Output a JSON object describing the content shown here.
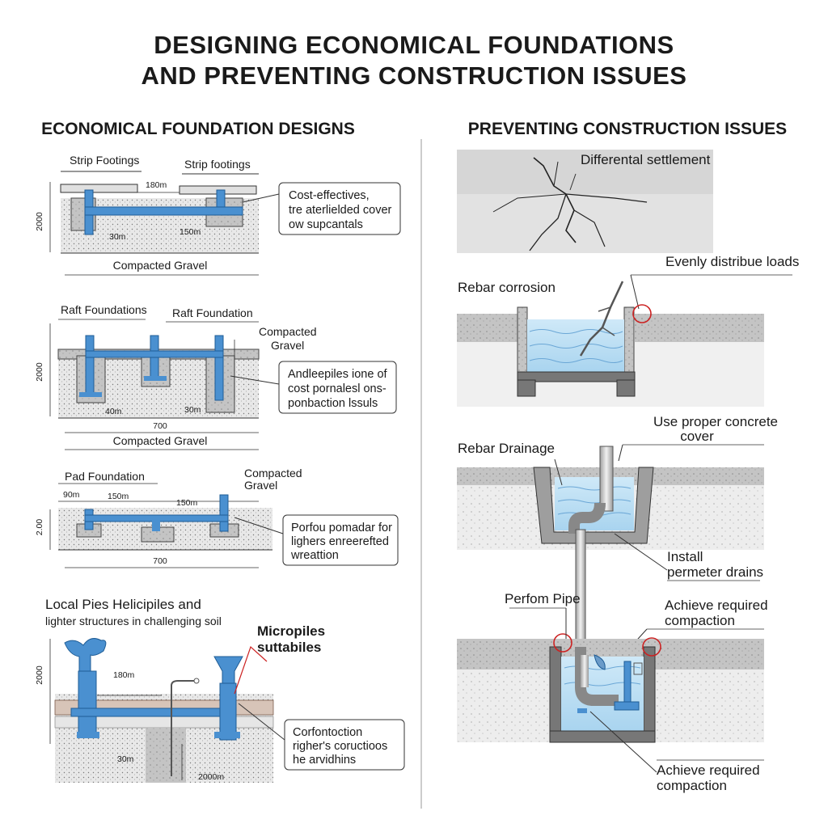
{
  "title": {
    "line1": "DESIGNING ECONOMICAL FOUNDATIONS",
    "line2": "AND PREVENTING CONSTRUCTION ISSUES"
  },
  "left": {
    "heading": "ECONOMICAL FOUNDATION DESIGNS",
    "strip": {
      "label_a": "Strip Footings",
      "label_b": "Strip footings",
      "dim_top": "180m",
      "dim_side": "2000",
      "dim_a": "30m",
      "dim_b": "150m",
      "base_label": "Compacted Gravel",
      "note": [
        "Cost-effectives,",
        "tre aterlielded cover",
        "ow supcantals"
      ]
    },
    "raft": {
      "label_a": "Raft Foundations",
      "label_b": "Raft Foundation",
      "gravel_label": [
        "Compacted",
        "Gravel"
      ],
      "dim_side": "2000",
      "dim_a": "40m",
      "dim_b": "30m",
      "dim_total": "700",
      "base_label": "Compacted Gravel",
      "note": [
        "Andleepiles ione of",
        "cost pornalesl ons-",
        "ponbaction lssuls"
      ]
    },
    "pad": {
      "label": "Pad Foundation",
      "gravel_label": [
        "Compacted",
        "Gravel"
      ],
      "dim_a": "90m",
      "dim_b": "150m",
      "dim_c": "150m",
      "dim_side": "2.00",
      "dim_total": "700",
      "note": [
        "Porfou pomadar for",
        "lighers enreerefted",
        "wreattion"
      ]
    },
    "pile": {
      "label_a": "Local Pies Helicipiles and",
      "label_b": "lighter structures in challenging soil",
      "micro_label": [
        "Micropiles",
        "suttabiles"
      ],
      "dim_side": "2000",
      "dim_a": "180m",
      "dim_b": "30m",
      "dim_c": "2000m",
      "note": [
        "Corfontoction",
        "righer's coructioos",
        "he arvidhins"
      ]
    }
  },
  "right": {
    "heading": "PREVENTING CONSTRUCTION ISSUES",
    "settlement_label": "Differental settlement",
    "corrosion": {
      "label": "Rebar corrosion",
      "note": "Evenly distribue loads"
    },
    "drainage": {
      "label": "Rebar Drainage",
      "cover_note": [
        "Use proper concrete",
        "cover"
      ],
      "drain_note": [
        "Install",
        "permeter drains"
      ],
      "pipe_label": "Perfom Pipe",
      "compaction_note": [
        "Achieve required",
        "compaction"
      ],
      "bottom_note": [
        "Achieve required",
        "compaction"
      ]
    }
  },
  "colors": {
    "blue_rebar": "#4a90d0",
    "water": "#bfe0f5",
    "concrete": "#c8c8c8",
    "gravel": "#e6e6e6",
    "red_marker": "#cc2222",
    "ink": "#1a1a1a"
  }
}
